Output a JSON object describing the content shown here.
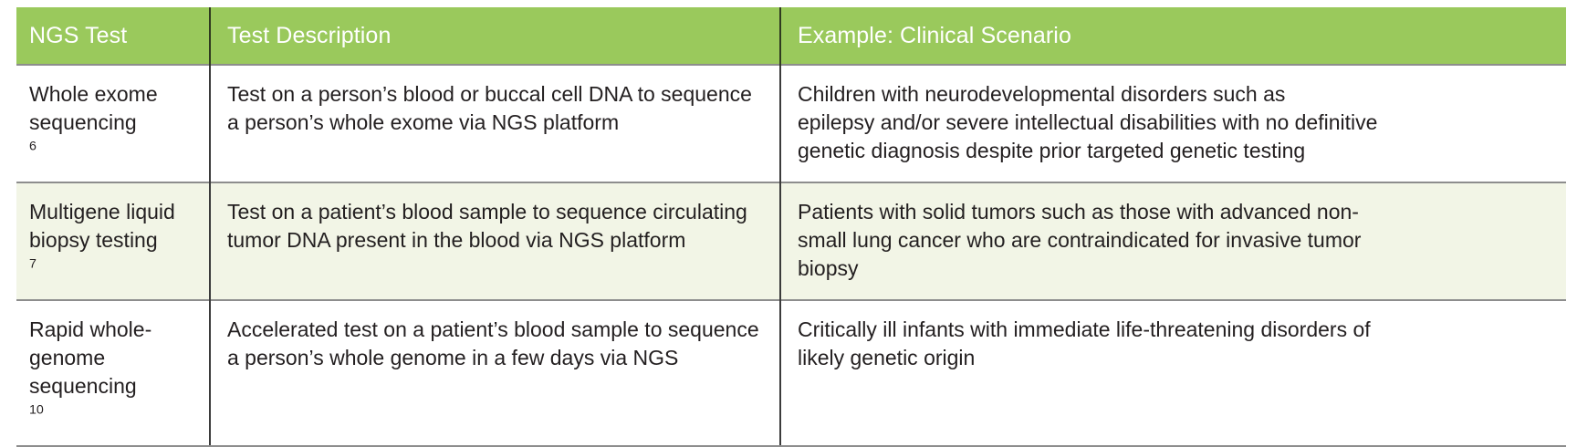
{
  "table": {
    "accent_header_bg": "#9ac95c",
    "header_text_color": "#ffffff",
    "alt_row_bg": "#f2f5e6",
    "rule_color": "#8d8d8d",
    "divider_color": "#3b3b3b",
    "columns": [
      {
        "key": "test",
        "label": "NGS Test"
      },
      {
        "key": "description",
        "label": "Test Description"
      },
      {
        "key": "scenario",
        "label": "Example: Clinical Scenario"
      }
    ],
    "rows": [
      {
        "test": "Whole exome\nsequencing",
        "test_superscript": "6",
        "description": "Test on a person’s blood or buccal cell DNA to sequence\n a person’s whole exome via NGS platform",
        "scenario": "Children with neurodevelopmental disorders such as\nepilepsy and/or severe intellectual disabilities with no definitive\ngenetic diagnosis despite prior targeted genetic testing",
        "shaded": false
      },
      {
        "test": "Multigene liquid\nbiopsy testing",
        "test_superscript": "7",
        "description": "Test on a patient’s blood sample to sequence circulating\ntumor DNA present in the blood via NGS platform",
        "scenario": "Patients with solid tumors such as those with advanced non-\nsmall lung cancer who are contraindicated for invasive tumor\nbiopsy",
        "shaded": true
      },
      {
        "test": "Rapid whole-\ngenome\nsequencing",
        "test_superscript": "10",
        "description": "Accelerated test on a patient’s blood sample to sequence\na person’s whole genome in a few days via NGS",
        "scenario": "Critically ill infants with immediate life-threatening disorders of\nlikely genetic origin",
        "shaded": false
      }
    ]
  }
}
